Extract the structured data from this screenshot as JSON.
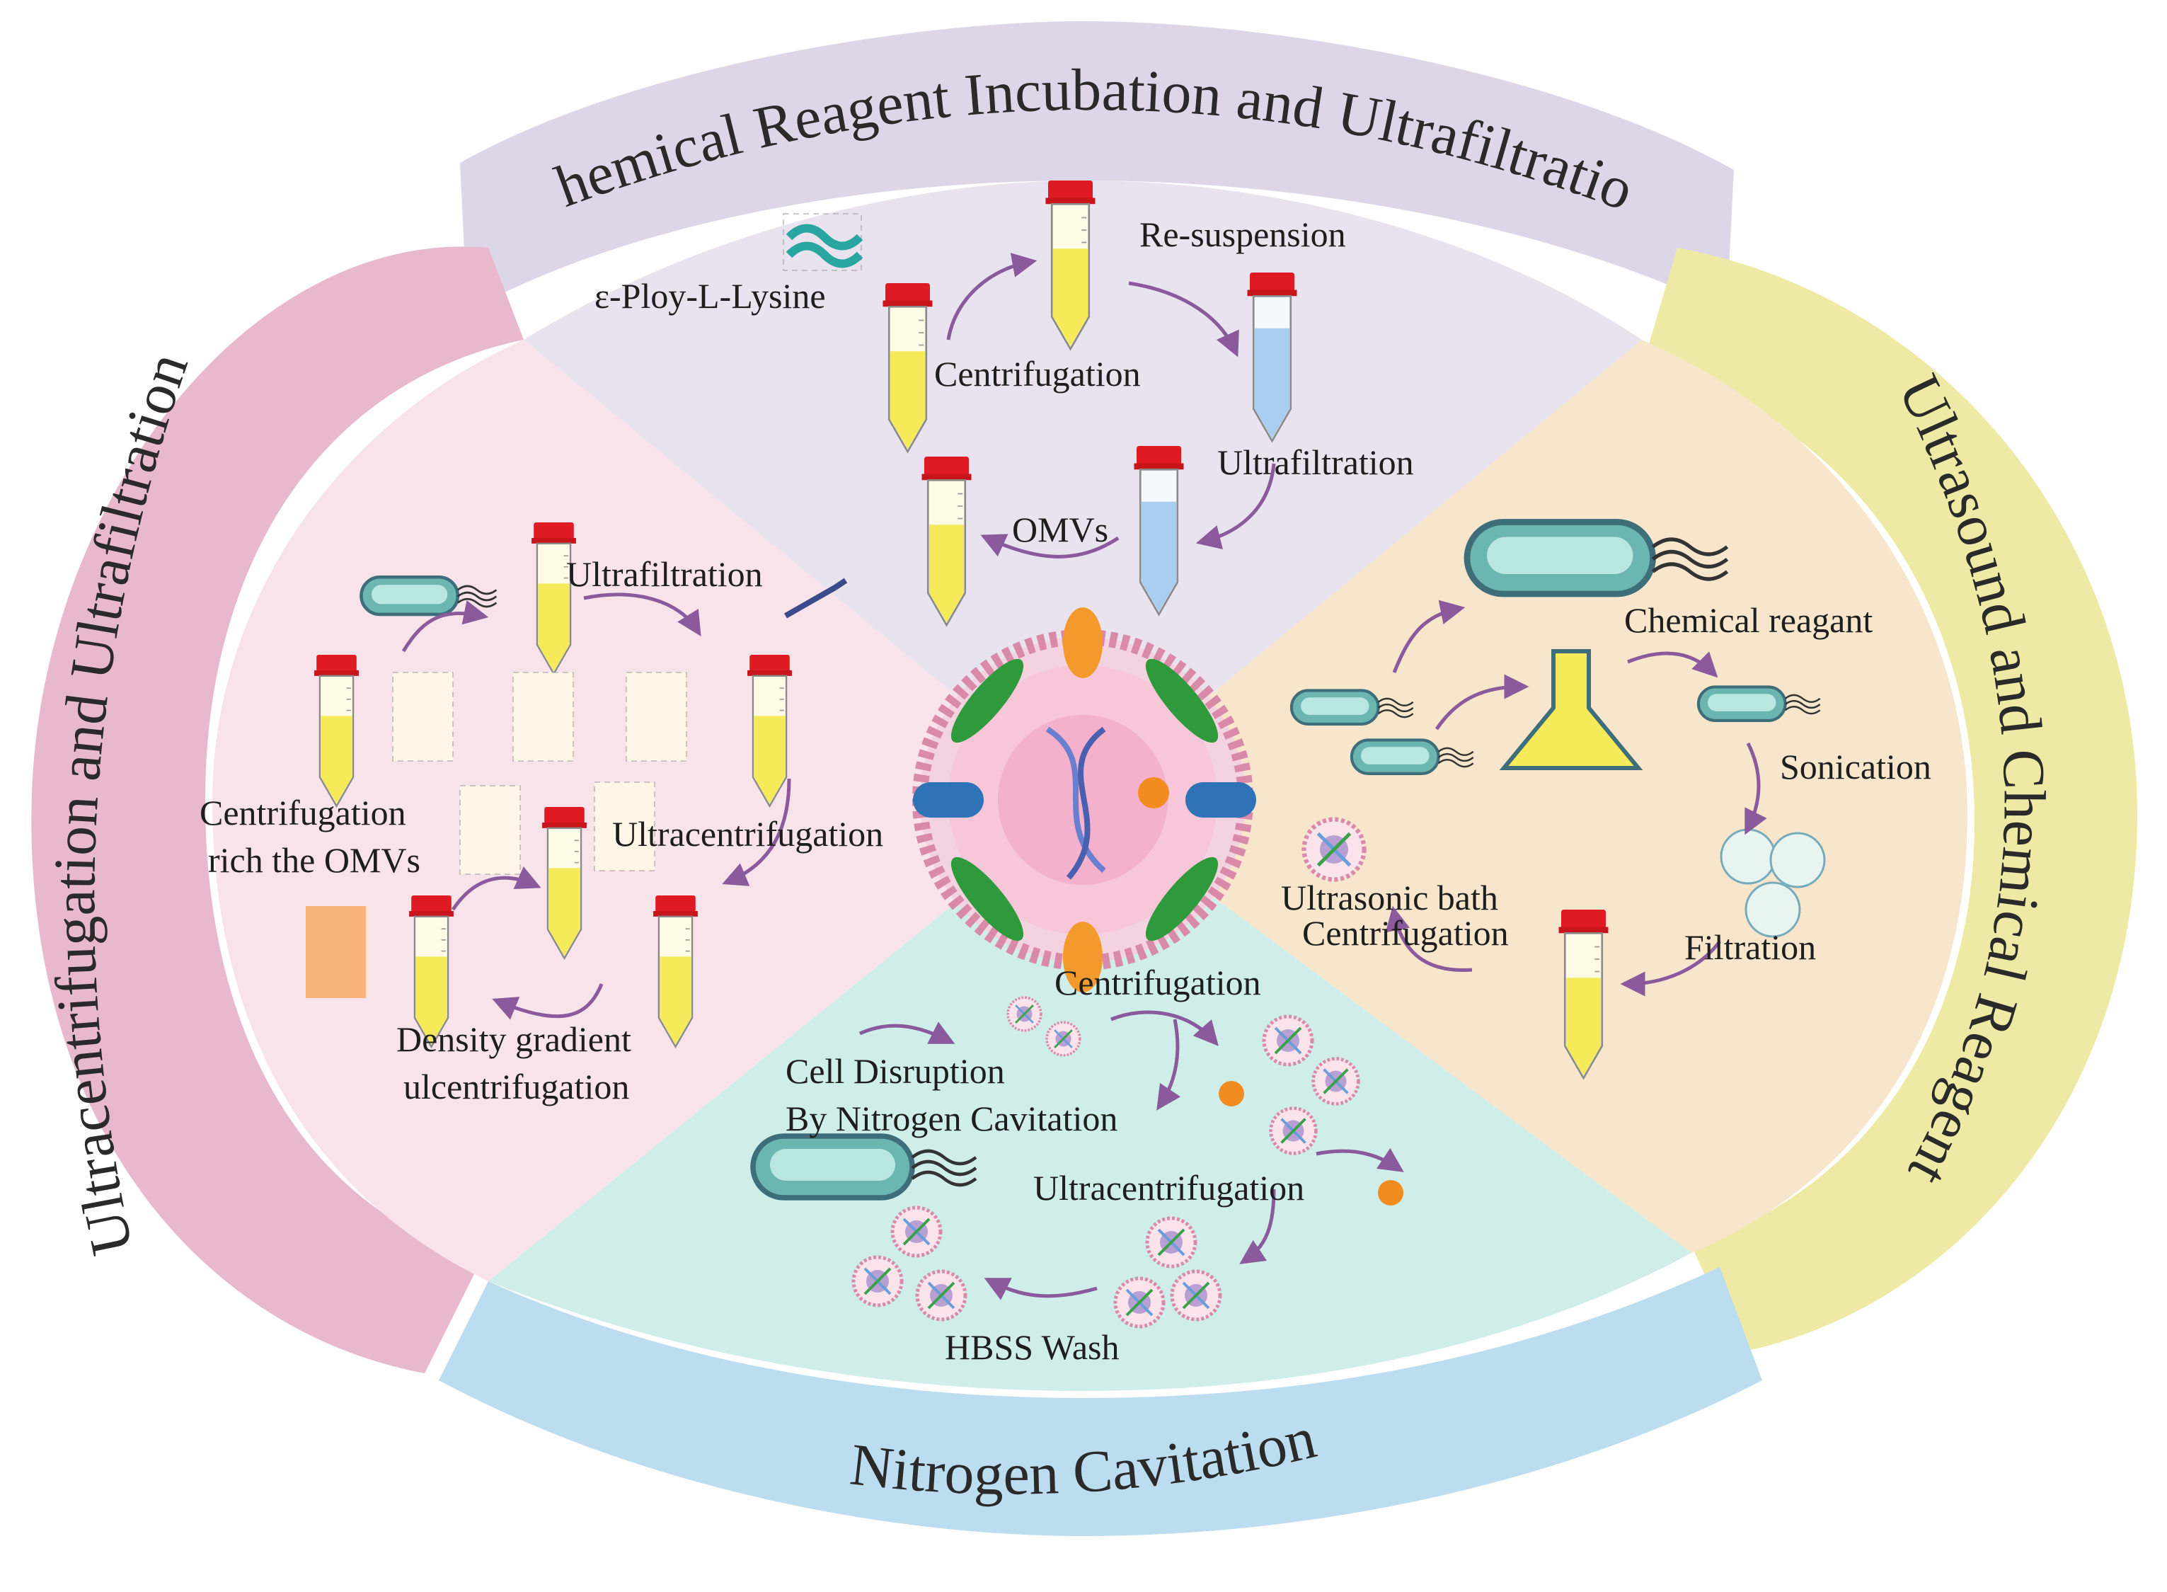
{
  "sections": {
    "top": {
      "title": "Chemical Reagent Incubation and Ultrafiltration",
      "labels": {
        "reagent": "ε-Ploy-L-Lysine",
        "resuspension": "Re-suspension",
        "centrifugation": "Centrifugation",
        "ultrafiltration": "Ultrafiltration",
        "omvs": "OMVs"
      }
    },
    "left": {
      "title": "Ultracentrifugation and Ultrafiltration",
      "labels": {
        "ultrafiltration": "Ultrafiltration",
        "centrifugation_line1": "Centrifugation",
        "centrifugation_line2": "rich the OMVs",
        "ultracentrifugation": "Ultracentrifugation",
        "density_line1": "Density gradient",
        "density_line2": "ulcentrifugation"
      }
    },
    "right": {
      "title": "Ultrasound and Chemical Reagent",
      "labels": {
        "chemical_reagent": "Chemical reagant",
        "sonication": "Sonication",
        "ultrasonic_bath": "Ultrasonic bath",
        "centrifugation": "Centrifugation",
        "filtration": "Filtration"
      }
    },
    "bottom": {
      "title": "Nitrogen Cavitation",
      "labels": {
        "centrifugation": "Centrifugation",
        "cell_disruption_line1": "Cell Disruption",
        "cell_disruption_line2": "By Nitrogen Cavitation",
        "ultracentrifugation": "Ultracentrifugation",
        "hbss_wash": "HBSS Wash"
      }
    }
  },
  "colors": {
    "top_quadrant": "#e9e2ef",
    "left_quadrant": "#f9e3ea",
    "right_quadrant": "#f8e6cc",
    "bottom_quadrant": "#cfeee9",
    "top_band": "#ddd6e8",
    "left_band": "#e8b9cc",
    "right_band": "#eeeaa5",
    "bottom_band": "#bcdcef",
    "tube_cap": "#e01a22",
    "tube_liquid": "#f5ea5a",
    "filter_liquid": "#a9cdee",
    "arrow": "#8a5a9c",
    "omv_core": "#f7c6d8"
  },
  "icons": [
    "centrifuge-tube-icon",
    "bacterium-icon",
    "omv-vesicle-icon",
    "flask-icon",
    "syringe-icon",
    "polylysine-icon"
  ]
}
